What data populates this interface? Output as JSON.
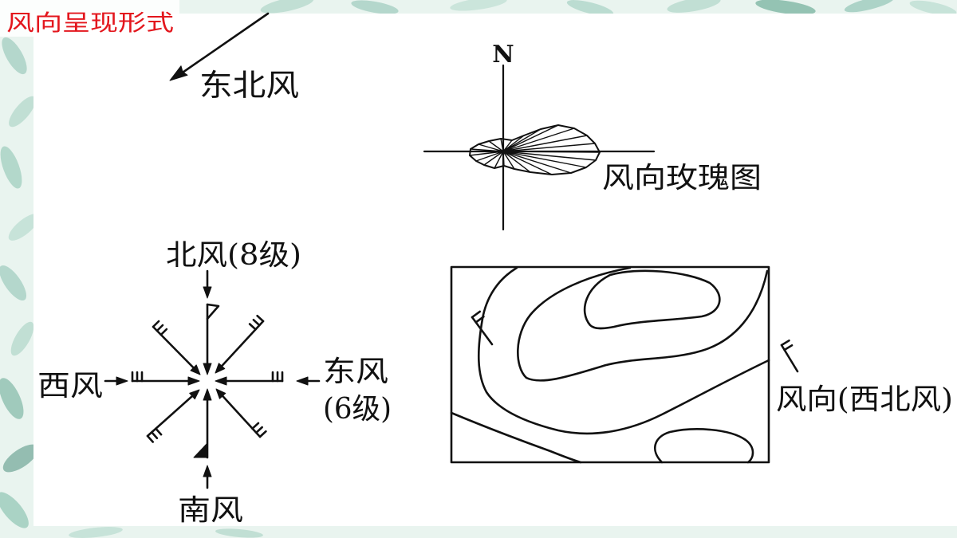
{
  "slide": {
    "title": "风向呈现形式",
    "colors": {
      "title": "#e3161d",
      "ink": "#111111",
      "panel": "#ffffff",
      "leaf": "#8fc4b3"
    }
  },
  "arrow_diagram": {
    "label": "东北风"
  },
  "wind_rose": {
    "north_label": "N",
    "label": "风向玫瑰图"
  },
  "wind_barbs": {
    "north_label": "北风(8级)",
    "west_label": "西风",
    "east_label": "东风",
    "east_level": "(6级)",
    "south_label": "南风"
  },
  "contour_map": {
    "label": "风向(西北风)"
  }
}
